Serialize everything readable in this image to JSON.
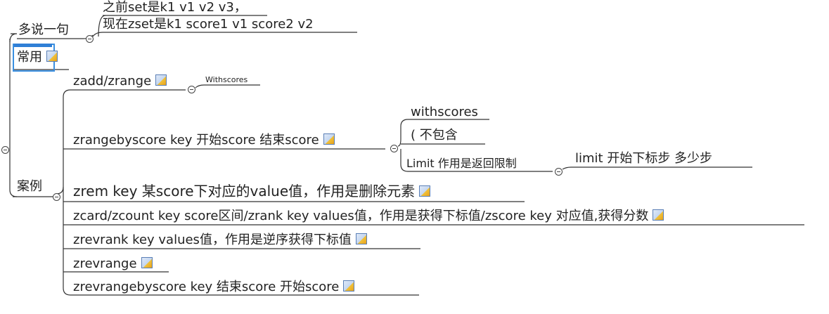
{
  "topics": {
    "duoshuo": {
      "label": "多说一句",
      "note_line1": "之前set是k1 v1 v2 v3，",
      "note_line2": "现在zset是k1 score1 v1 score2 v2"
    },
    "changyong": {
      "label": "常用"
    },
    "anli": {
      "label": "案例"
    }
  },
  "cases": {
    "zadd": {
      "label": "zadd/zrange",
      "child": "Withscores"
    },
    "zrangebyscore": {
      "label": "zrangebyscore key 开始score 结束score",
      "children": {
        "withscores": "withscores",
        "exclusive": "(   不包含",
        "limit": "Limit 作用是返回限制"
      },
      "limit_child": "limit 开始下标步 多少步"
    },
    "zrem": {
      "label": "zrem key 某score下对应的value值，作用是删除元素"
    },
    "zcard": {
      "label": "zcard/zcount key score区间/zrank key values值，作用是获得下标值/zscore key 对应值,获得分数"
    },
    "zrevrank": {
      "label": "zrevrank key values值，作用是逆序获得下标值"
    },
    "zrevrange": {
      "label": "zrevrange"
    },
    "zrevrangebyscore": {
      "label": "zrevrangebyscore  key 结束score 开始score"
    }
  }
}
